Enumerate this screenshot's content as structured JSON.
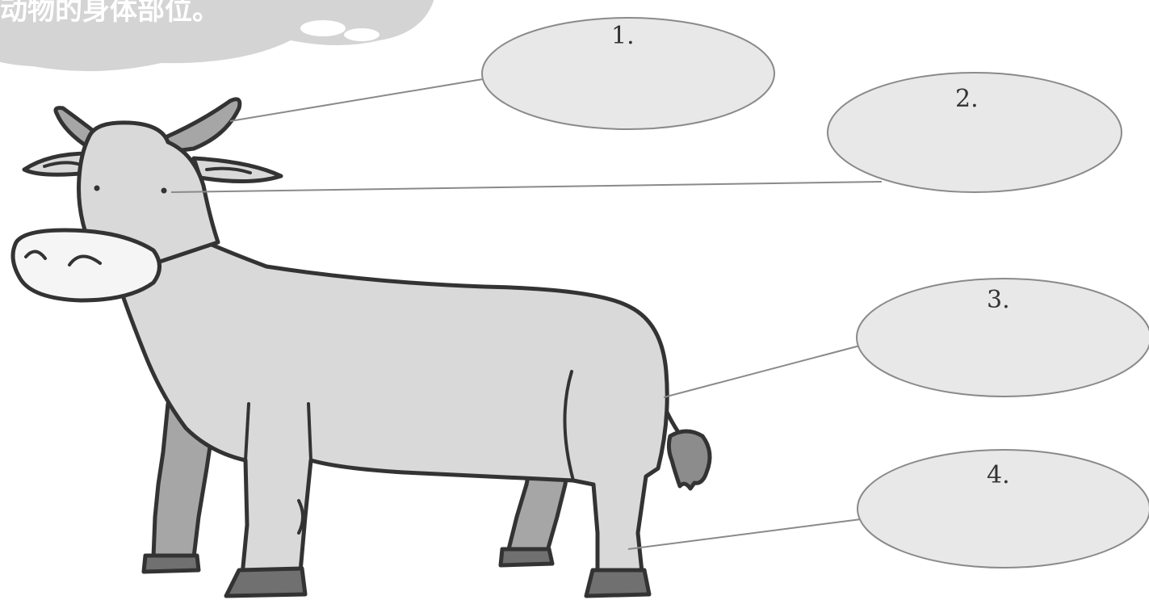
{
  "instruction_bubble": {
    "text": "动物的身体部位。"
  },
  "labels": [
    {
      "number": "1."
    },
    {
      "number": "2."
    },
    {
      "number": "3."
    },
    {
      "number": "4."
    }
  ],
  "colors": {
    "body": "#d9d9d9",
    "legs_dark": "#a6a6a6",
    "hooves": "#707070",
    "bubble": "#d4d4d4",
    "label_fill": "#e8e8e8",
    "leader": "#8a8a8a"
  }
}
